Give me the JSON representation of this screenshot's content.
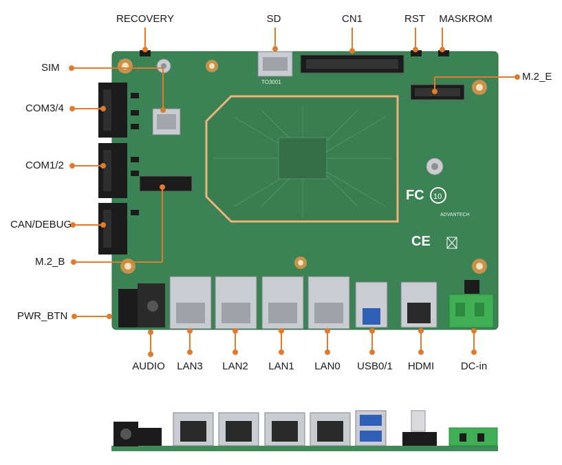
{
  "labels": {
    "top": {
      "recovery": "RECOVERY",
      "sd": "SD",
      "cn1": "CN1",
      "rst": "RST",
      "maskrom": "MASKROM"
    },
    "left": {
      "sim": "SIM",
      "com34": "COM3/4",
      "com12": "COM1/2",
      "can_debug": "CAN/DEBUG",
      "m2b": "M.2_B",
      "pwr_btn": "PWR_BTN"
    },
    "right": {
      "m2e": "M.2_E"
    },
    "bottom": {
      "audio": "AUDIO",
      "lan3": "LAN3",
      "lan2": "LAN2",
      "lan1": "LAN1",
      "lan0": "LAN0",
      "usb": "USB0/1",
      "hdmi": "HDMI",
      "dcin": "DC-in"
    }
  },
  "silkscreen": {
    "sd_code": "TO3001",
    "brand": "ADVANTECH"
  },
  "colors": {
    "pcb": "#3f8a58",
    "callout": "#e07a2c",
    "soc_outline": "#f0b37a",
    "connector": "#1b1b1b",
    "metal": "#c9ccd0",
    "usb_blue": "#2f5fb6",
    "terminal_green": "#3fae55"
  }
}
